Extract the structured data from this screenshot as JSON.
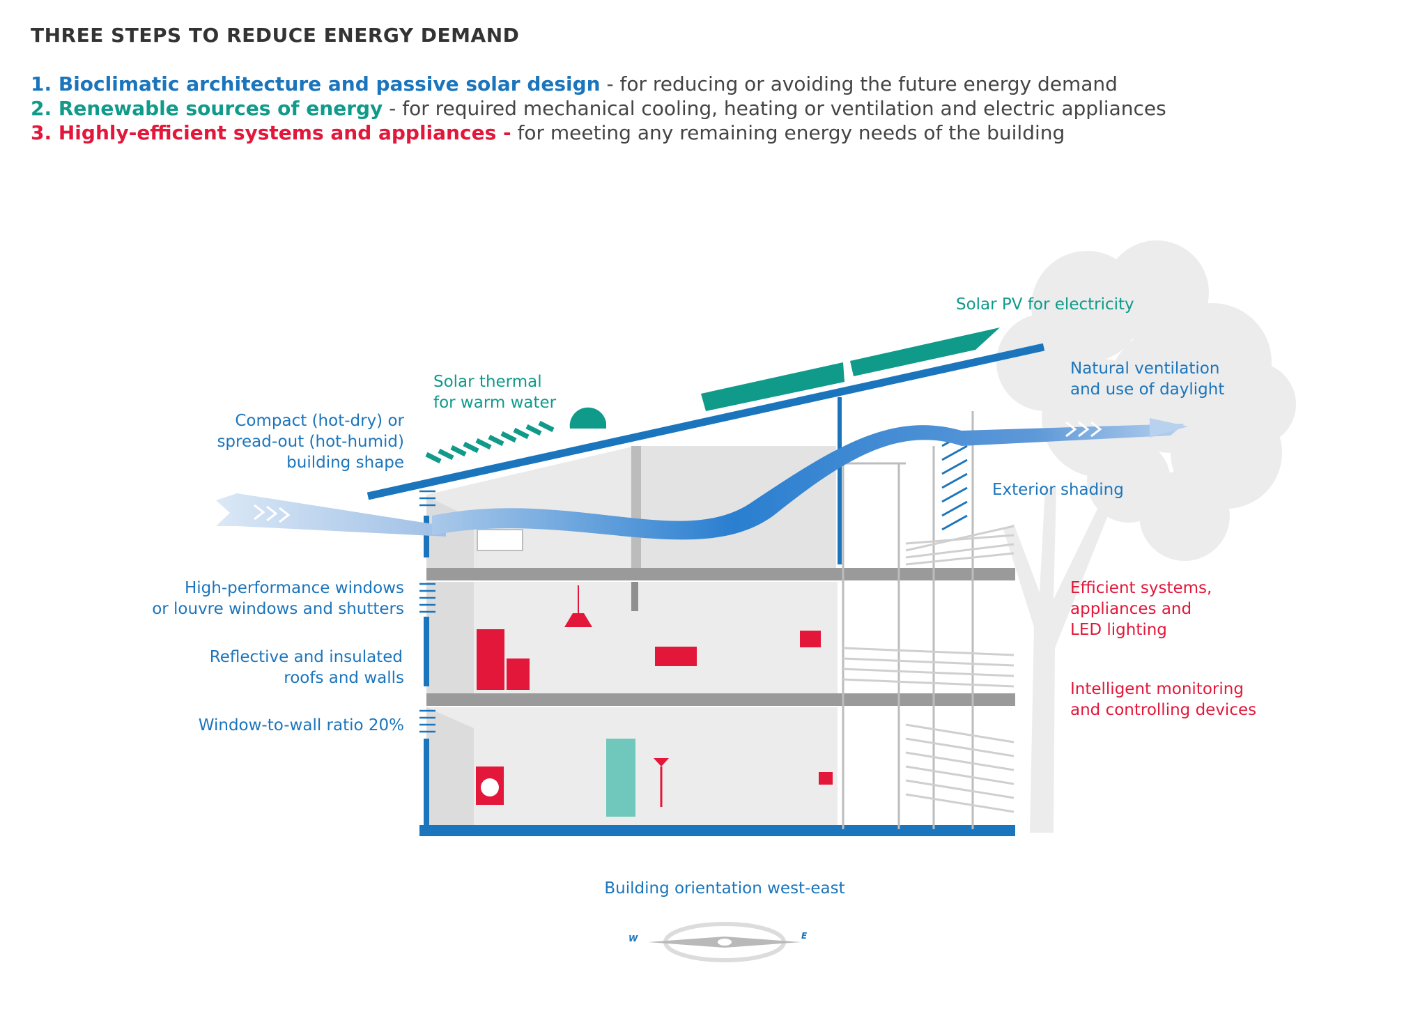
{
  "title": "THREE STEPS TO REDUCE ENERGY DEMAND",
  "steps": [
    {
      "label": "1. Bioclimatic architecture and passive solar design",
      "desc": " - for reducing or avoiding the future energy demand",
      "color": "#1b75bc"
    },
    {
      "label": "2. Renewable sources of energy",
      "desc": " - for required mechanical cooling, heating or ventilation and electric appliances",
      "color": "#0f9a8a"
    },
    {
      "label": "3. Highly-efficient systems and appliances -",
      "desc": " for meeting any remaining energy needs of the building",
      "color": "#e2173a"
    }
  ],
  "labels": {
    "solar_pv": "Solar PV for electricity",
    "solar_thermal_1": "Solar thermal",
    "solar_thermal_2": "for warm water",
    "compact_1": "Compact (hot-dry) or",
    "compact_2": "spread-out (hot-humid)",
    "compact_3": "building shape",
    "natural_vent_1": "Natural ventilation",
    "natural_vent_2": "and use of daylight",
    "exterior_shading": "Exterior shading",
    "windows_1": "High-performance windows",
    "windows_2": "or louvre windows and shutters",
    "reflective_1": "Reflective and insulated",
    "reflective_2": "roofs and walls",
    "wwr": "Window-to-wall ratio 20%",
    "efficient_1": "Efficient systems,",
    "efficient_2": "appliances and",
    "efficient_3": "LED lighting",
    "intelligent_1": "Intelligent monitoring",
    "intelligent_2": "and controlling devices",
    "orientation": "Building orientation west-east",
    "compass_w": "W",
    "compass_e": "E"
  },
  "colors": {
    "blue": "#1b75bc",
    "teal": "#0f9a8a",
    "red": "#e2173a",
    "gray": "#9a9a9a",
    "light_gray": "#e8e8e8"
  }
}
